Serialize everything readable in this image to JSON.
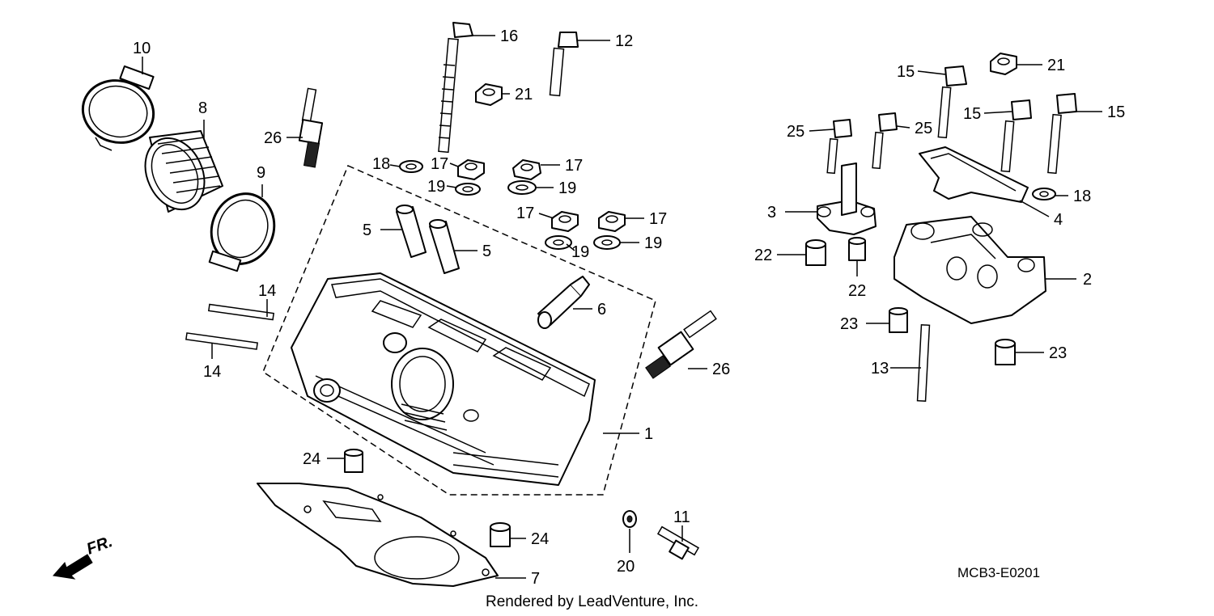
{
  "diagram_code": "MCB3-E0201",
  "credit": "Rendered by LeadVenture, Inc.",
  "front_marker": "FR.",
  "callouts": [
    "1",
    "2",
    "3",
    "4",
    "5",
    "6",
    "7",
    "8",
    "9",
    "10",
    "11",
    "12",
    "13",
    "14",
    "15",
    "16",
    "17",
    "18",
    "19",
    "20",
    "21",
    "22",
    "23",
    "24",
    "25",
    "26"
  ]
}
